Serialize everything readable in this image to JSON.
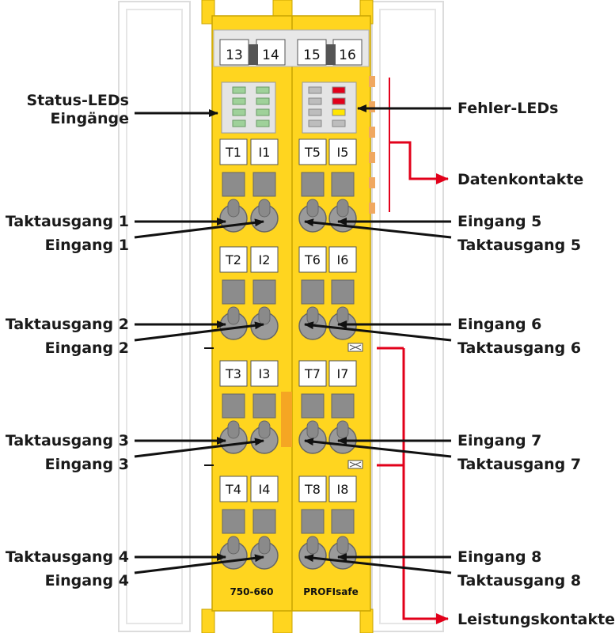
{
  "module": {
    "top_tabs": [
      "13",
      "14",
      "15",
      "16"
    ],
    "terminal_rows": [
      [
        "T1",
        "I1",
        "T5",
        "I5"
      ],
      [
        "T2",
        "I2",
        "T6",
        "I6"
      ],
      [
        "T3",
        "I3",
        "T7",
        "I7"
      ],
      [
        "T4",
        "I4",
        "T8",
        "I8"
      ]
    ],
    "footer_left": "750-660",
    "footer_right": "PROFIsafe"
  },
  "labels": {
    "status_leds_line1": "Status-LEDs",
    "status_leds_line2": "Eingänge",
    "fehler_leds": "Fehler-LEDs",
    "datenkontakte": "Datenkontakte",
    "leistungskontakte": "Leistungskontakte",
    "left": [
      {
        "takt": "Taktausgang 1",
        "eingang": "Eingang 1"
      },
      {
        "takt": "Taktausgang 2",
        "eingang": "Eingang 2"
      },
      {
        "takt": "Taktausgang 3",
        "eingang": "Eingang 3"
      },
      {
        "takt": "Taktausgang 4",
        "eingang": "Eingang 4"
      }
    ],
    "right": [
      {
        "eingang": "Eingang 5",
        "takt": "Taktausgang 5"
      },
      {
        "eingang": "Eingang 6",
        "takt": "Taktausgang 6"
      },
      {
        "eingang": "Eingang 7",
        "takt": "Taktausgang 7"
      },
      {
        "eingang": "Eingang 8",
        "takt": "Taktausgang 8"
      }
    ]
  },
  "colors": {
    "housing": "#ffd51f",
    "housing_stroke": "#c9a400",
    "rail": "#dcdcdc",
    "led_green": "#9fd19a",
    "led_red": "#e2001a",
    "led_yellow": "#ffe500",
    "red_line": "#e2001a",
    "orange_contact": "#f0a860",
    "grey_block": "#8c8c8c",
    "arrow": "#111111"
  }
}
